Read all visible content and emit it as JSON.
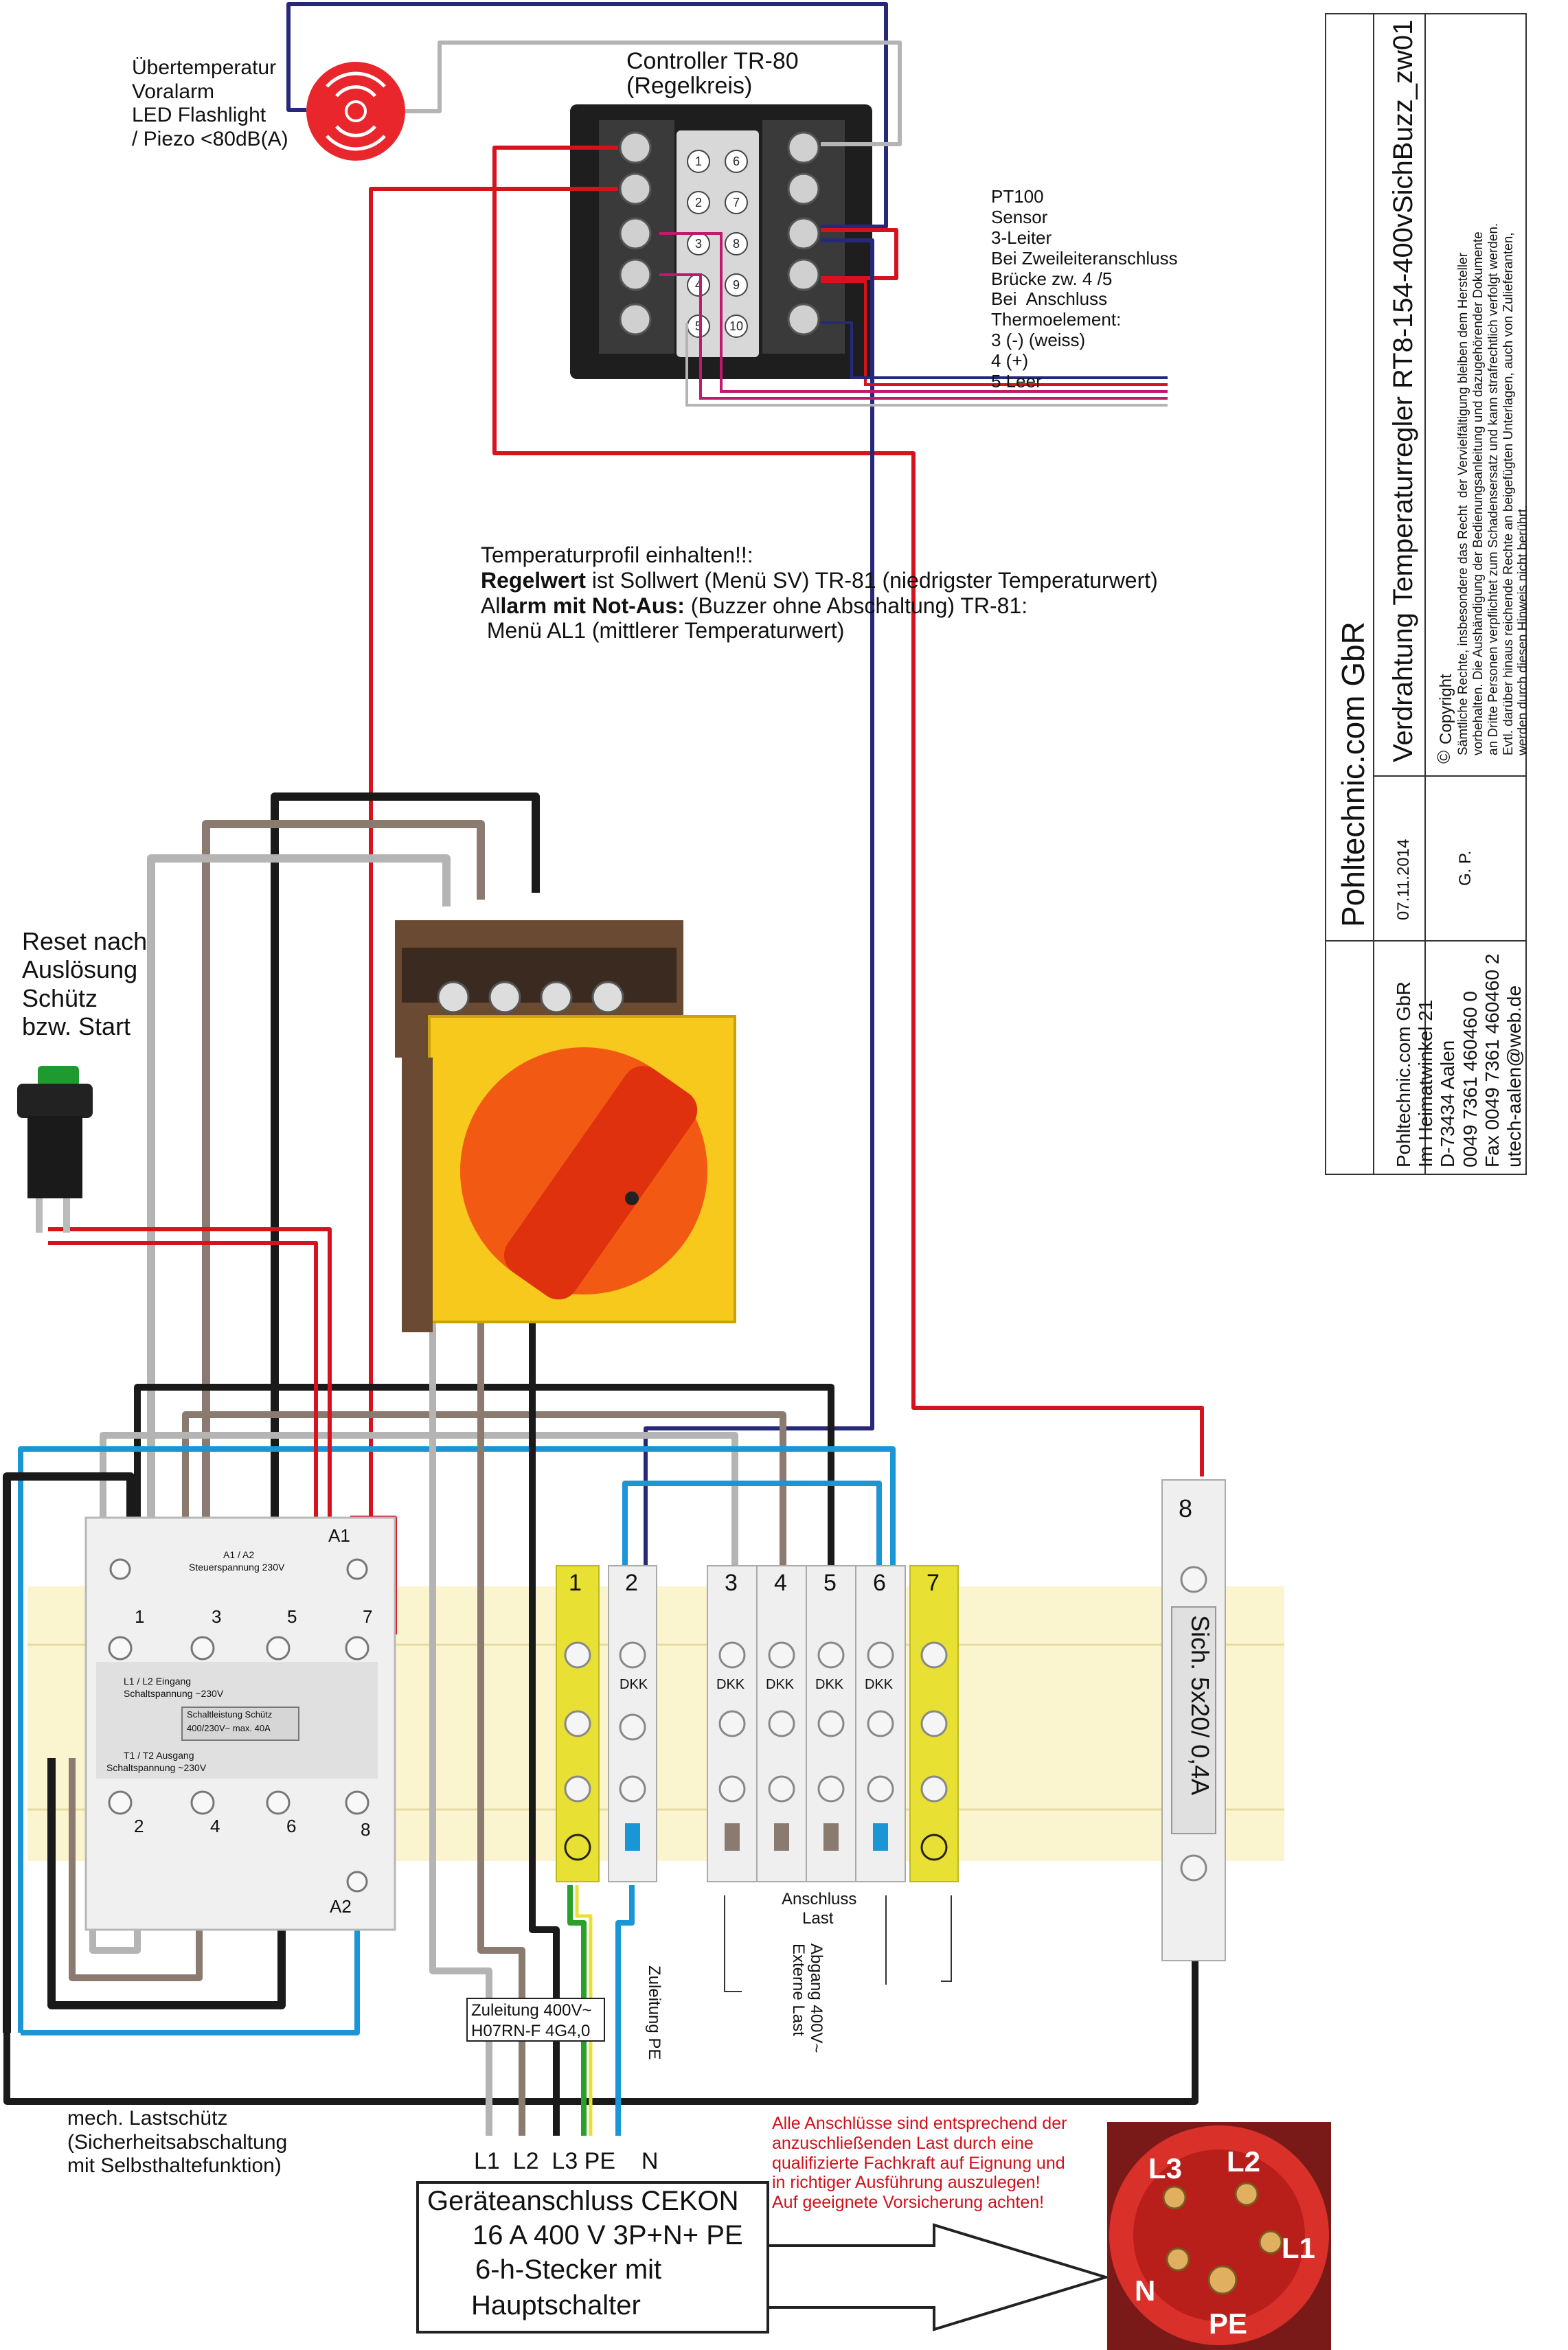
{
  "controller": {
    "title": "Controller TR-80",
    "subtitle": "(Regelkreis)",
    "terminals_left": [
      "1",
      "2",
      "3",
      "4",
      "5"
    ],
    "terminals_right": [
      "6",
      "7",
      "8",
      "9",
      "10"
    ]
  },
  "alarm": {
    "lines": [
      "Übertemperatur",
      "Voralarm",
      "LED Flashlight",
      "/ Piezo <80dB(A)"
    ]
  },
  "sensor": {
    "lines": [
      "PT100",
      "Sensor",
      "3-Leiter",
      "Bei Zweileiteranschluss",
      "Brücke zw. 4 /5",
      "Bei  Anschluss",
      "Thermoelement:",
      "3 (-) (weiss)",
      "4 (+)",
      "5 Leer"
    ]
  },
  "profile_note": {
    "line1": "Temperaturprofil einhalten!!:",
    "line2_bold": "Regelwert",
    "line2_rest": " ist Sollwert (Menü SV) TR-81 (niedrigster Temperaturwert)",
    "line3_pre": "Al",
    "line3_bold": "larm mit Not-Aus:",
    "line3_rest": " (Buzzer ohne Abschaltung) TR-81:",
    "line4": " Menü AL1 (mittlerer Temperaturwert)"
  },
  "reset": {
    "lines": [
      "Reset nach",
      "Auslösung",
      "Schütz",
      "bzw. Start"
    ]
  },
  "contactor": {
    "top_labels": [
      "1",
      "3",
      "5",
      "7"
    ],
    "a1": "A1",
    "a1a2_text": "A1 / A2",
    "steuer": "Steuerspannung 230V",
    "l1l2_line1": "L1 / L2 Eingang",
    "l1l2_line2": "Schaltspannung ~230V",
    "schalt_line1": "Schaltleistung Schütz",
    "schalt_line2": "400/230V~ max. 40A",
    "t1t2_line1": "T1 / T2 Ausgang",
    "t1t2_line2": "Schaltspannung ~230V",
    "bottom_labels": [
      "2",
      "4",
      "6",
      "8"
    ],
    "a2": "A2",
    "caption_lines": [
      "mech. Lastschütz",
      "(Sicherheitsabschaltung",
      "mit Selbsthaltefunktion)"
    ]
  },
  "terminals": {
    "numbers": [
      "1",
      "2",
      "3",
      "4",
      "5",
      "6",
      "7"
    ],
    "dkk": "DKK",
    "anschluss_line1": "Anschluss",
    "anschluss_line2": "Last",
    "abgang_line1": "Abgang 400V~",
    "abgang_line2": "Externe Last",
    "zuleitung_pe": "Zuleitung PE"
  },
  "fuse": {
    "number": "8",
    "label": "Sich. 5x20/ 0,4A"
  },
  "supply": {
    "line1": "Zuleitung 400V~",
    "line2": "H07RN-F 4G4,0",
    "phases": "L1  L2  L3 PE    N"
  },
  "device": {
    "line1": "Geräteanschluss CEKON",
    "line2": "16 A 400 V 3P+N+ PE",
    "line3": "6-h-Stecker mit",
    "line4": "Hauptschalter"
  },
  "warning": {
    "lines": [
      "Alle Anschlüsse sind entsprechend der",
      "anzuschließenden Last durch eine",
      "qualifizierte Fachkraft auf Eignung und",
      "in richtiger Ausführung auszulegen!",
      "Auf geeignete Vorsicherung achten!"
    ]
  },
  "plug": {
    "l3": "L3",
    "l2": "L2",
    "l1": "L1",
    "n": "N",
    "pe": "PE"
  },
  "title_block": {
    "company": "Pohltechnic.com GbR",
    "title": "Verdrahtung Temperaturregler RT8-154-400vSichBuzz_zw01",
    "date": "07.11.2014",
    "author": "G. P.",
    "copyright": "Copyright",
    "rights": [
      "Sämtliche Rechte, insbesondere das Recht  der Vervielfältigung bleiben dem Hersteller",
      "vorbehalten. Die Aushändigung der Bedienungsanleitung und dazugehörender Dokumente",
      "an Dritte Personen verpflichtet zum Schadensersatz und kann strafrechtlich verfolgt werden.",
      "Evtl. darüber hinaus reichende Rechte an beigefügten Unterlagen, auch von Zulieferanten,",
      "werden durch diesen Hinweis nicht berührt."
    ],
    "address": [
      "Pohltechnic.com GbR",
      "Im Heimatwinkel 21",
      "D-73434 Aalen",
      "0049 7361 460460 0",
      "Fax 0049 7361 460460 2",
      "utech-aalen@web.de"
    ]
  },
  "colors": {
    "red_wire": "#d6121c",
    "blue_wire": "#1a95d6",
    "navy_wire": "#28287a",
    "gray_wire": "#b4b4b4",
    "brown_wire": "#8a7a70",
    "black_wire": "#1a1a1a",
    "magenta_wire": "#c2186e",
    "rail": "#fbf5cf",
    "yellow_terminal": "#e8e032",
    "switch_orange": "#f25a14",
    "switch_yellow": "#f7c91d"
  }
}
